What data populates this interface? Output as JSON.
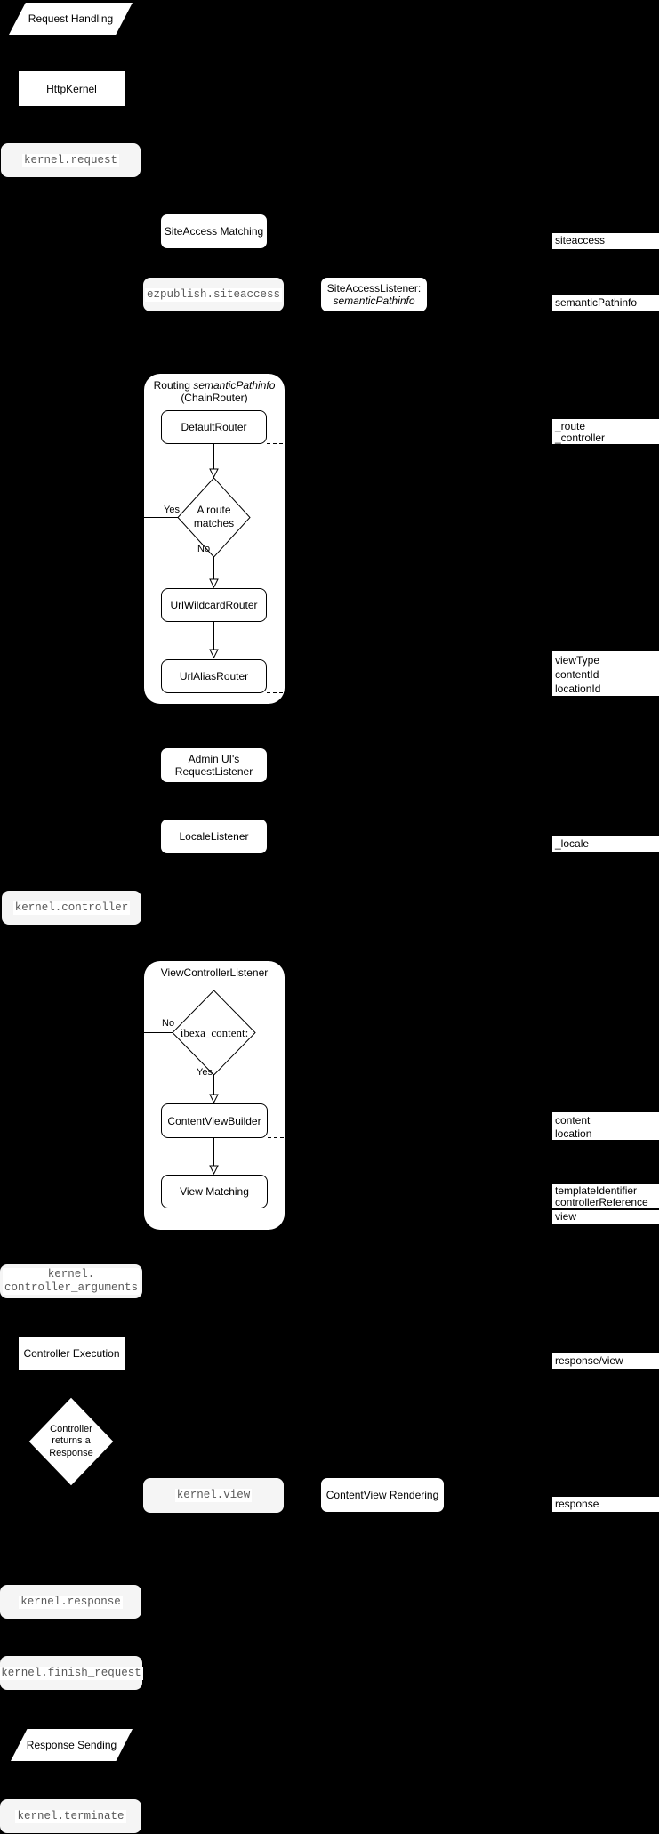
{
  "colors": {
    "background": "#000000",
    "node_fill": "#ffffff",
    "event_fill": "#f5f5f5",
    "event_text": "#595959",
    "line": "#000000"
  },
  "nodes": {
    "request_handling": "Request Handling",
    "http_kernel": "HttpKernel",
    "kernel_request": "kernel.request",
    "siteaccess_matching": "SiteAccess Matching",
    "ezpublish_siteaccess": "ezpublish.siteaccess",
    "siteaccess_listener_line1": "SiteAccessListener:",
    "siteaccess_listener_line2": "semanticPathinfo",
    "routing_title_prefix": "Routing",
    "routing_title_italic": "semanticPathinfo",
    "routing_title_line2": "(ChainRouter)",
    "default_router": "DefaultRouter",
    "route_matches_line1": "A route",
    "route_matches_line2": "matches",
    "routing_yes": "Yes",
    "routing_no": "No",
    "url_wildcard_router": "UrlWildcardRouter",
    "url_alias_router": "UrlAliasRouter",
    "admin_listener_line1": "Admin UI's",
    "admin_listener_line2": "RequestListener",
    "locale_listener": "LocaleListener",
    "kernel_controller": "kernel.controller",
    "vcl_title": "ViewControllerListener",
    "ibexa_content_decision": "ibexa_content:",
    "vcl_no": "No",
    "vcl_yes": "Yes",
    "content_view_builder": "ContentViewBuilder",
    "view_matching": "View Matching",
    "kernel_controller_arguments_line1": "kernel.",
    "kernel_controller_arguments_line2": "controller_arguments",
    "controller_execution": "Controller Execution",
    "controller_returns_line1": "Controller",
    "controller_returns_line2": "returns a",
    "controller_returns_line3": "Response",
    "kernel_view": "kernel.view",
    "contentview_rendering": "ContentView Rendering",
    "kernel_response": "kernel.response",
    "kernel_finish_request": "kernel.finish_request",
    "response_sending": "Response Sending",
    "kernel_terminate": "kernel.terminate"
  },
  "annotations": {
    "siteaccess": "siteaccess",
    "semantic_pathinfo": "semanticPathinfo",
    "route": "_route",
    "controller": "_controller",
    "view_type": "viewType",
    "content_id": "contentId",
    "location_id": "locationId",
    "locale": "_locale",
    "content": "content",
    "location": "location",
    "template_identifier": "templateIdentifier",
    "controller_reference": "controllerReference",
    "view": "view",
    "response_view": "response/view",
    "response": "response"
  }
}
